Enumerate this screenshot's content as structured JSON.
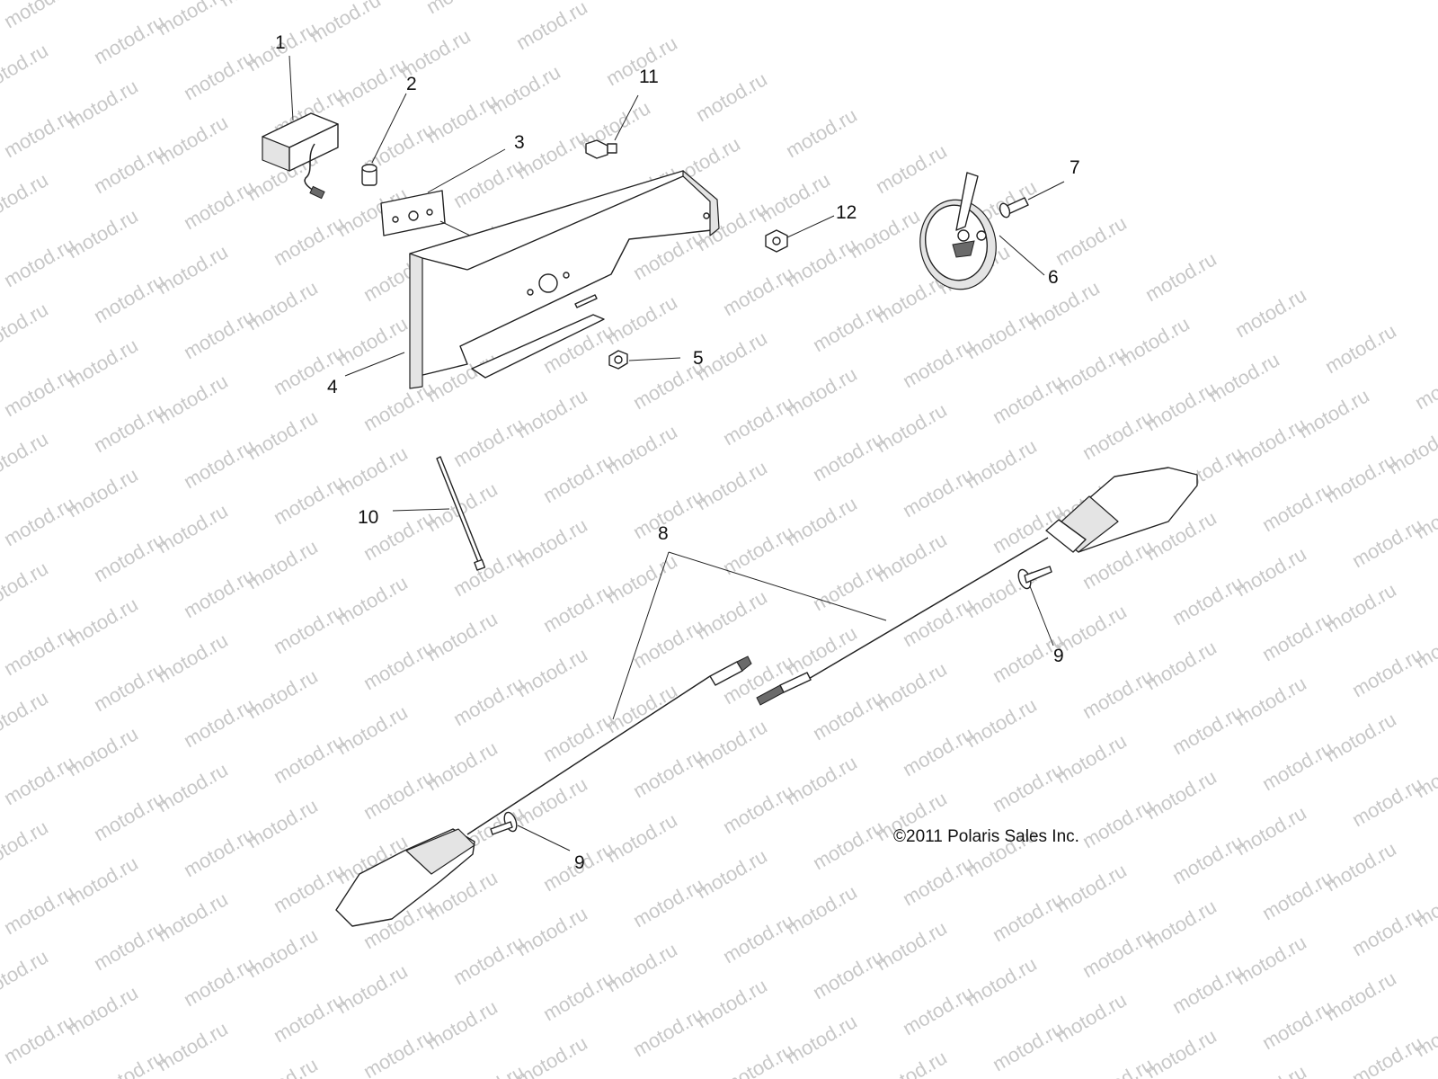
{
  "watermark": {
    "text": "motod.ru"
  },
  "callouts": {
    "c1": "1",
    "c2": "2",
    "c3": "3",
    "c4": "4",
    "c5": "5",
    "c6": "6",
    "c7": "7",
    "c8": "8",
    "c9a": "9",
    "c9b": "9",
    "c10": "10",
    "c11": "11",
    "c12": "12"
  },
  "copyright": "©2011 Polaris Sales Inc."
}
